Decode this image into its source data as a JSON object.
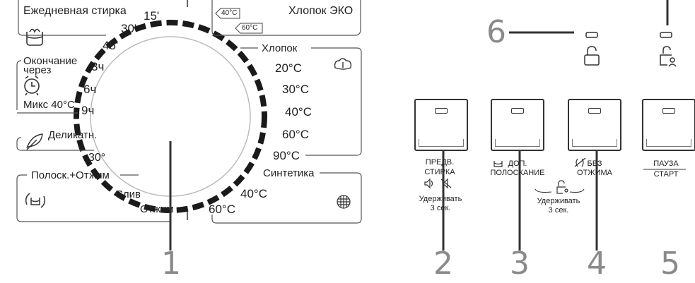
{
  "panel": {
    "daily_wash": "Ежедневная стирка",
    "time_15": "15'",
    "time_30": "30'",
    "time_45": "45'",
    "cotton_eco": "Хлопок ЭКО",
    "eco_40": "40°C",
    "eco_60": "60°C",
    "cotton": "Хлопок",
    "cotton_temps": [
      "20°C",
      "30°C",
      "40°C",
      "60°C",
      "90°C"
    ],
    "end_label_1": "Окончание",
    "end_label_2": "через",
    "delay_3": "3ч",
    "delay_6": "6ч",
    "delay_9": "9ч",
    "mix": "Микс 40°C",
    "delicate": "Деликатн.",
    "delicate_30": "30°",
    "rinse_spin": "Полоск.+Отжим",
    "drain": "Слив",
    "spin": "Отжим",
    "synthetics": "Синтетика",
    "synth_40": "40°C",
    "synth_60": "60°C"
  },
  "buttons": {
    "prewash_1": "ПРЕДВ.",
    "prewash_2": "СТИРКА",
    "hold_1": "Удерживать",
    "hold_2": "3 сек.",
    "rinse_1": "ДОП.",
    "rinse_2": "ПОЛОСКАНИЕ",
    "nospin_1": "БЕЗ",
    "nospin_2": "ОТЖИМА",
    "start_1": "ПАУЗА",
    "start_2": "СТАРТ",
    "lock_hold_1": "Удерживать",
    "lock_hold_2": "3 сек."
  },
  "callouts": [
    "1",
    "2",
    "3",
    "4",
    "5",
    "6"
  ],
  "icons": [
    "basin-icon",
    "alarm-clock-icon",
    "feather-icon",
    "rinse-cycle-icon",
    "cotton-flower-icon",
    "synthetic-mesh-icon",
    "lock-icon",
    "child-lock-icon",
    "sound-icon",
    "mute-icon",
    "extra-rinse-icon",
    "no-spin-icon"
  ]
}
